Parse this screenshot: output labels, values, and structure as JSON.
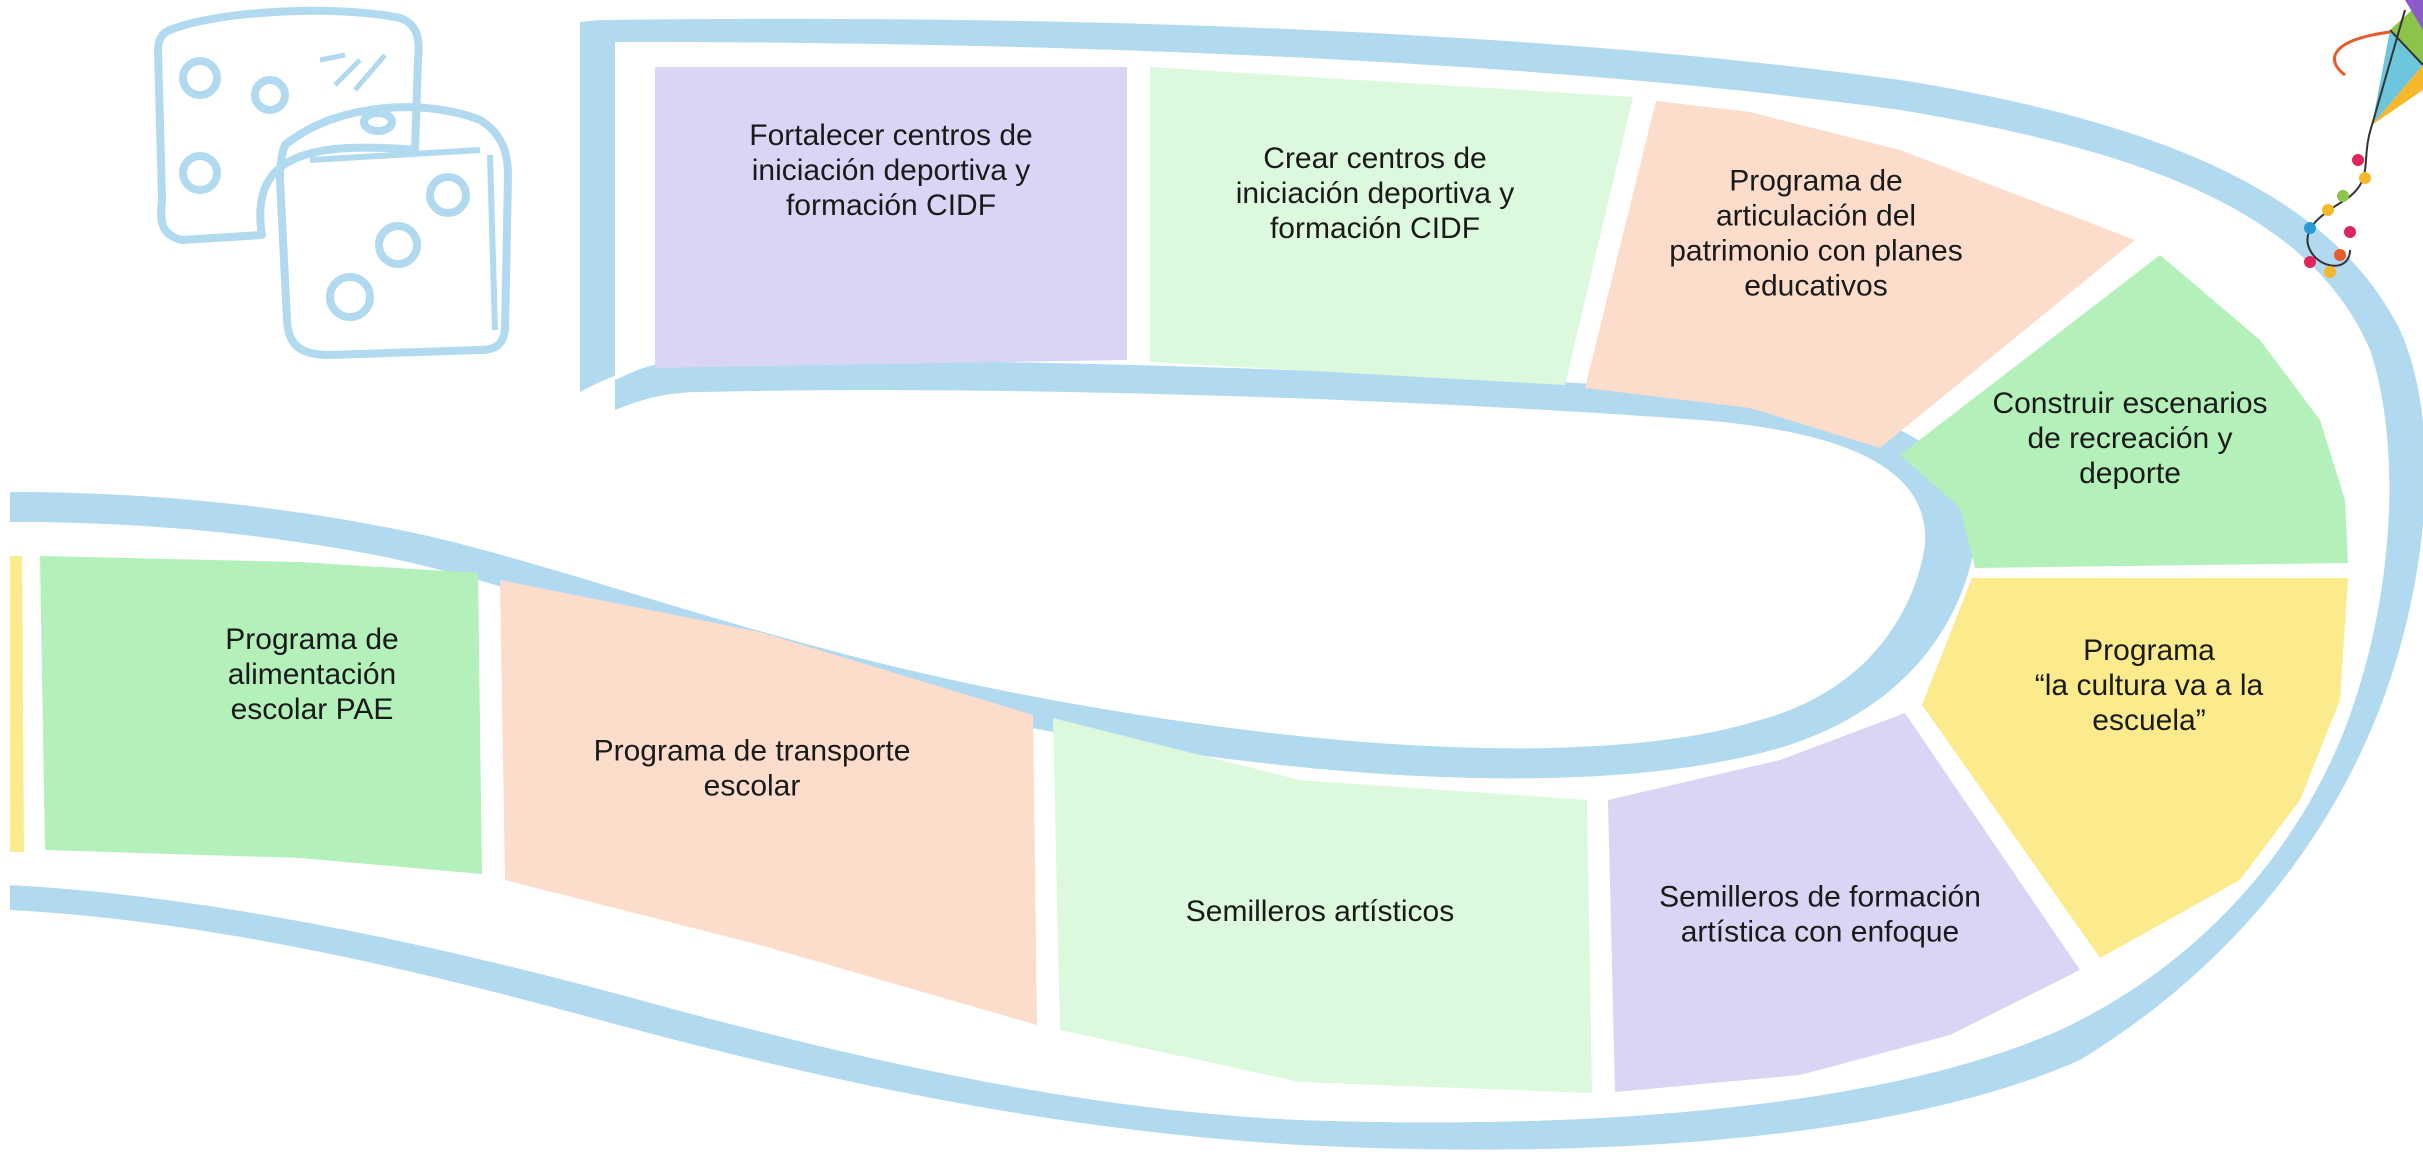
{
  "colors": {
    "track": "#b1d9f0",
    "lavender": "#d9d5f4",
    "mint_light": "#dcf8dd",
    "peach": "#fcdccb",
    "green": "#b4f0b9",
    "yellow": "#fceb8c",
    "white": "#ffffff",
    "text": "#1a1a1a"
  },
  "icons": [
    "dice-icon",
    "kite-icon"
  ],
  "tiles": [
    {
      "id": "cidf-fortalecer",
      "color": "lavender",
      "lines": [
        "Fortalecer centros de",
        "iniciación deportiva y",
        "formación CIDF"
      ]
    },
    {
      "id": "cidf-crear",
      "color": "mint_light",
      "lines": [
        "Crear centros de",
        "iniciación deportiva y",
        "formación CIDF"
      ]
    },
    {
      "id": "patrimonio",
      "color": "peach",
      "lines": [
        "Programa de",
        "articulación del",
        "patrimonio con planes",
        "educativos"
      ]
    },
    {
      "id": "escenarios",
      "color": "green",
      "lines": [
        "Construir escenarios",
        "de recreación y",
        "deporte"
      ]
    },
    {
      "id": "cultura-escuela",
      "color": "yellow",
      "lines": [
        "Programa",
        "“la cultura va a la",
        "escuela”"
      ]
    },
    {
      "id": "semilleros-enfoque",
      "color": "lavender",
      "lines": [
        "Semilleros de formación",
        "artística con enfoque"
      ]
    },
    {
      "id": "semilleros-artisticos",
      "color": "mint_light",
      "lines": [
        "Semilleros artísticos"
      ]
    },
    {
      "id": "transporte",
      "color": "peach",
      "lines": [
        "Programa de transporte",
        "escolar"
      ]
    },
    {
      "id": "pae",
      "color": "green",
      "lines": [
        "Programa de",
        "alimentación",
        "escolar PAE"
      ]
    }
  ]
}
